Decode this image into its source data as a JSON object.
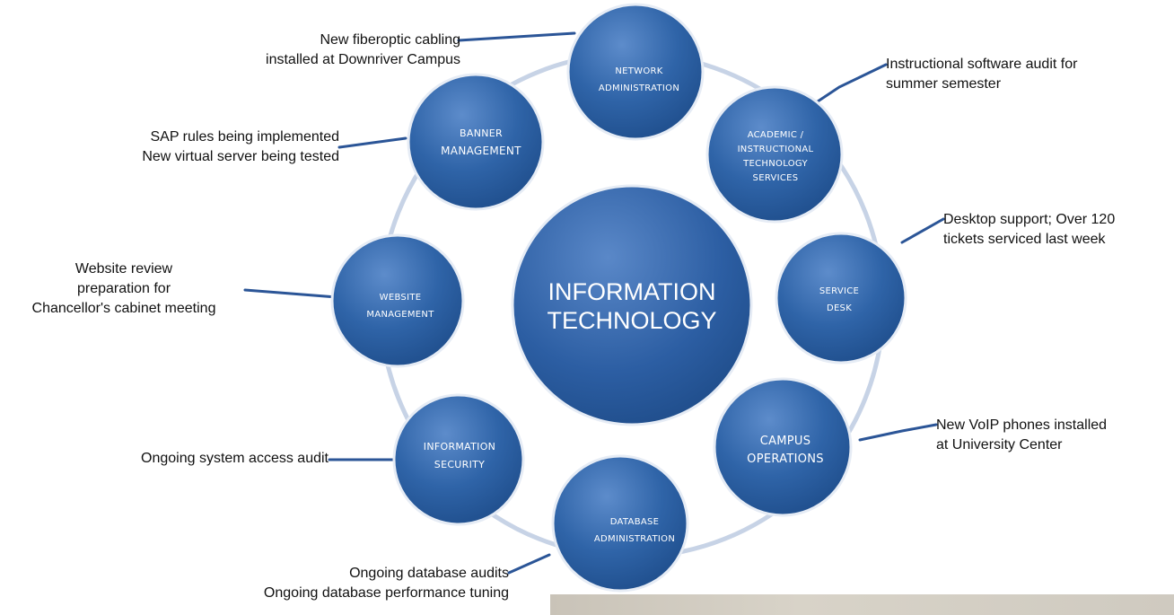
{
  "center": {
    "line1": "INFORMATION",
    "line2": "TECHNOLOGY"
  },
  "nodes": {
    "network": [
      "NETWORK",
      "ADMINISTRATION"
    ],
    "academic": [
      "ACADEMIC /",
      "INSTRUCTIONAL",
      "TECHNOLOGY",
      "SERVICES"
    ],
    "service_desk": [
      "SERVICE",
      "DESK"
    ],
    "campus": [
      "CAMPUS",
      "OPERATIONS"
    ],
    "database": [
      "DATABASE",
      "ADMINISTRATION"
    ],
    "security": [
      "INFORMATION",
      "SECURITY"
    ],
    "website": [
      "WEBSITE",
      "MANAGEMENT"
    ],
    "banner": [
      "BANNER",
      "MANAGEMENT"
    ]
  },
  "notes": {
    "network": [
      "New fiberoptic cabling",
      "installed at Downriver Campus"
    ],
    "academic": [
      "Instructional software audit for",
      "summer semester"
    ],
    "service_desk": [
      "Desktop support; Over 120",
      "tickets serviced last week"
    ],
    "campus": [
      "New VoIP phones installed",
      "at University Center"
    ],
    "database": [
      "Ongoing database audits",
      "Ongoing database performance tuning"
    ],
    "security": [
      "Ongoing system access audit"
    ],
    "website": [
      "Website review",
      "preparation for",
      "Chancellor's cabinet meeting"
    ],
    "banner": [
      "SAP rules being implemented",
      "New virtual server being tested"
    ]
  },
  "colors": {
    "circle_dark": "#1f4e8c",
    "circle_mid": "#2f64a8",
    "circle_light": "#5d8ccb",
    "connector": "#2b5597",
    "ring": "#c7d3e6"
  }
}
